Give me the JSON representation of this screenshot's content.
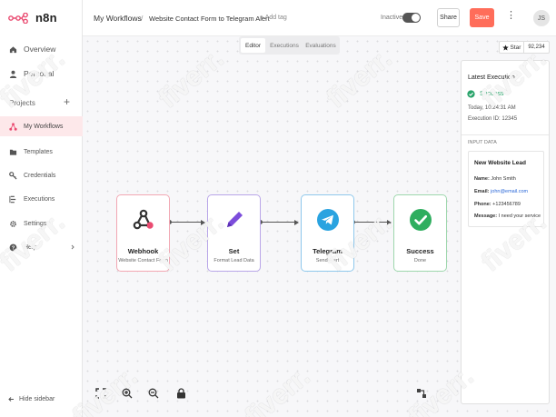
{
  "app": {
    "name": "n8n"
  },
  "sidebar": {
    "items": [
      {
        "label": "Overview",
        "icon": "home-icon"
      },
      {
        "label": "Personal",
        "icon": "user-icon"
      }
    ],
    "projects_label": "Projects",
    "projects_add": "+",
    "secondary": [
      {
        "label": "My Workflows",
        "icon": "workflow-icon",
        "active": true
      },
      {
        "label": "Templates",
        "icon": "templates-icon"
      },
      {
        "label": "Credentials",
        "icon": "key-icon"
      },
      {
        "label": "Executions",
        "icon": "executions-icon"
      },
      {
        "label": "Settings",
        "icon": "gear-icon"
      },
      {
        "label": "Help",
        "icon": "help-icon"
      }
    ],
    "hide_label": "Hide sidebar"
  },
  "header": {
    "breadcrumb_parent": "My Workflows",
    "breadcrumb_sep": "/",
    "workflow_name": "Website Contact Form to Telegram Alert",
    "add_tag": "+ Add tag",
    "status_label": "Inactive",
    "share_label": "Share",
    "save_label": "Save",
    "more_label": "⋮",
    "avatar_initials": "JS"
  },
  "tabs": [
    {
      "label": "Editor",
      "selected": true
    },
    {
      "label": "Executions",
      "selected": false
    },
    {
      "label": "Evaluations",
      "selected": false
    }
  ],
  "github": {
    "star_label": "Star",
    "star_count": "92,234"
  },
  "nodes": [
    {
      "title": "Webhook",
      "subtitle": "Website Contact Form",
      "icon": "webhook-icon",
      "border": "#f2a7b3"
    },
    {
      "title": "Set",
      "subtitle": "Format Lead Data",
      "icon": "pencil-icon",
      "border": "#b9a6e8"
    },
    {
      "title": "Telegram",
      "subtitle": "Send Alert",
      "icon": "telegram-icon",
      "border": "#8fc8ec"
    },
    {
      "title": "Success",
      "subtitle": "Done",
      "icon": "check-icon",
      "border": "#9ed7ad"
    }
  ],
  "panel": {
    "title": "Latest Execution",
    "status": "Success",
    "time": "Today, 10:24:31 AM",
    "execution_id": "Execution ID: 12345",
    "input_label": "INPUT DATA",
    "card_title": "New Website Lead",
    "fields": [
      {
        "key": "Name:",
        "value": "John Smith",
        "link": false
      },
      {
        "key": "Email:",
        "value": "john@email.com",
        "link": true
      },
      {
        "key": "Phone:",
        "value": "+123456789",
        "link": false
      },
      {
        "key": "Message:",
        "value": "I need your service",
        "link": false
      }
    ]
  },
  "watermark": "fiverr.",
  "colors": {
    "accent": "#ff6d5a",
    "success": "#29a36a",
    "link": "#2b68d8"
  }
}
